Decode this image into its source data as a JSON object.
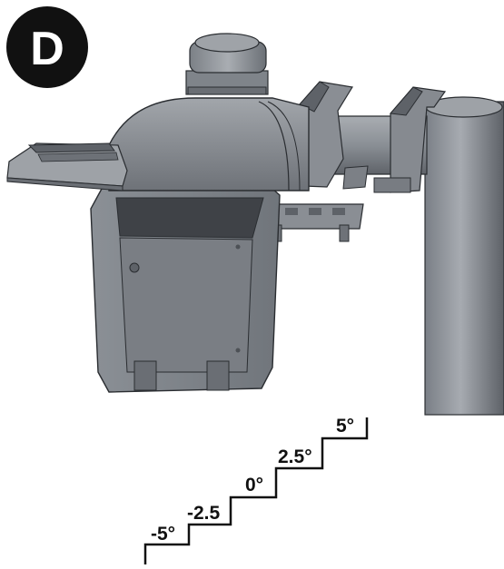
{
  "badge": {
    "letter": "D"
  },
  "steps": [
    {
      "label": "-5°"
    },
    {
      "label": "-2.5"
    },
    {
      "label": "0°"
    },
    {
      "label": "2.5°"
    },
    {
      "label": "5°"
    }
  ],
  "colors": {
    "badge": "#111111",
    "metal_dark": "#6b7077",
    "metal_mid": "#8c9197",
    "metal_light": "#b3b7bc",
    "outline": "#2a2d31"
  }
}
